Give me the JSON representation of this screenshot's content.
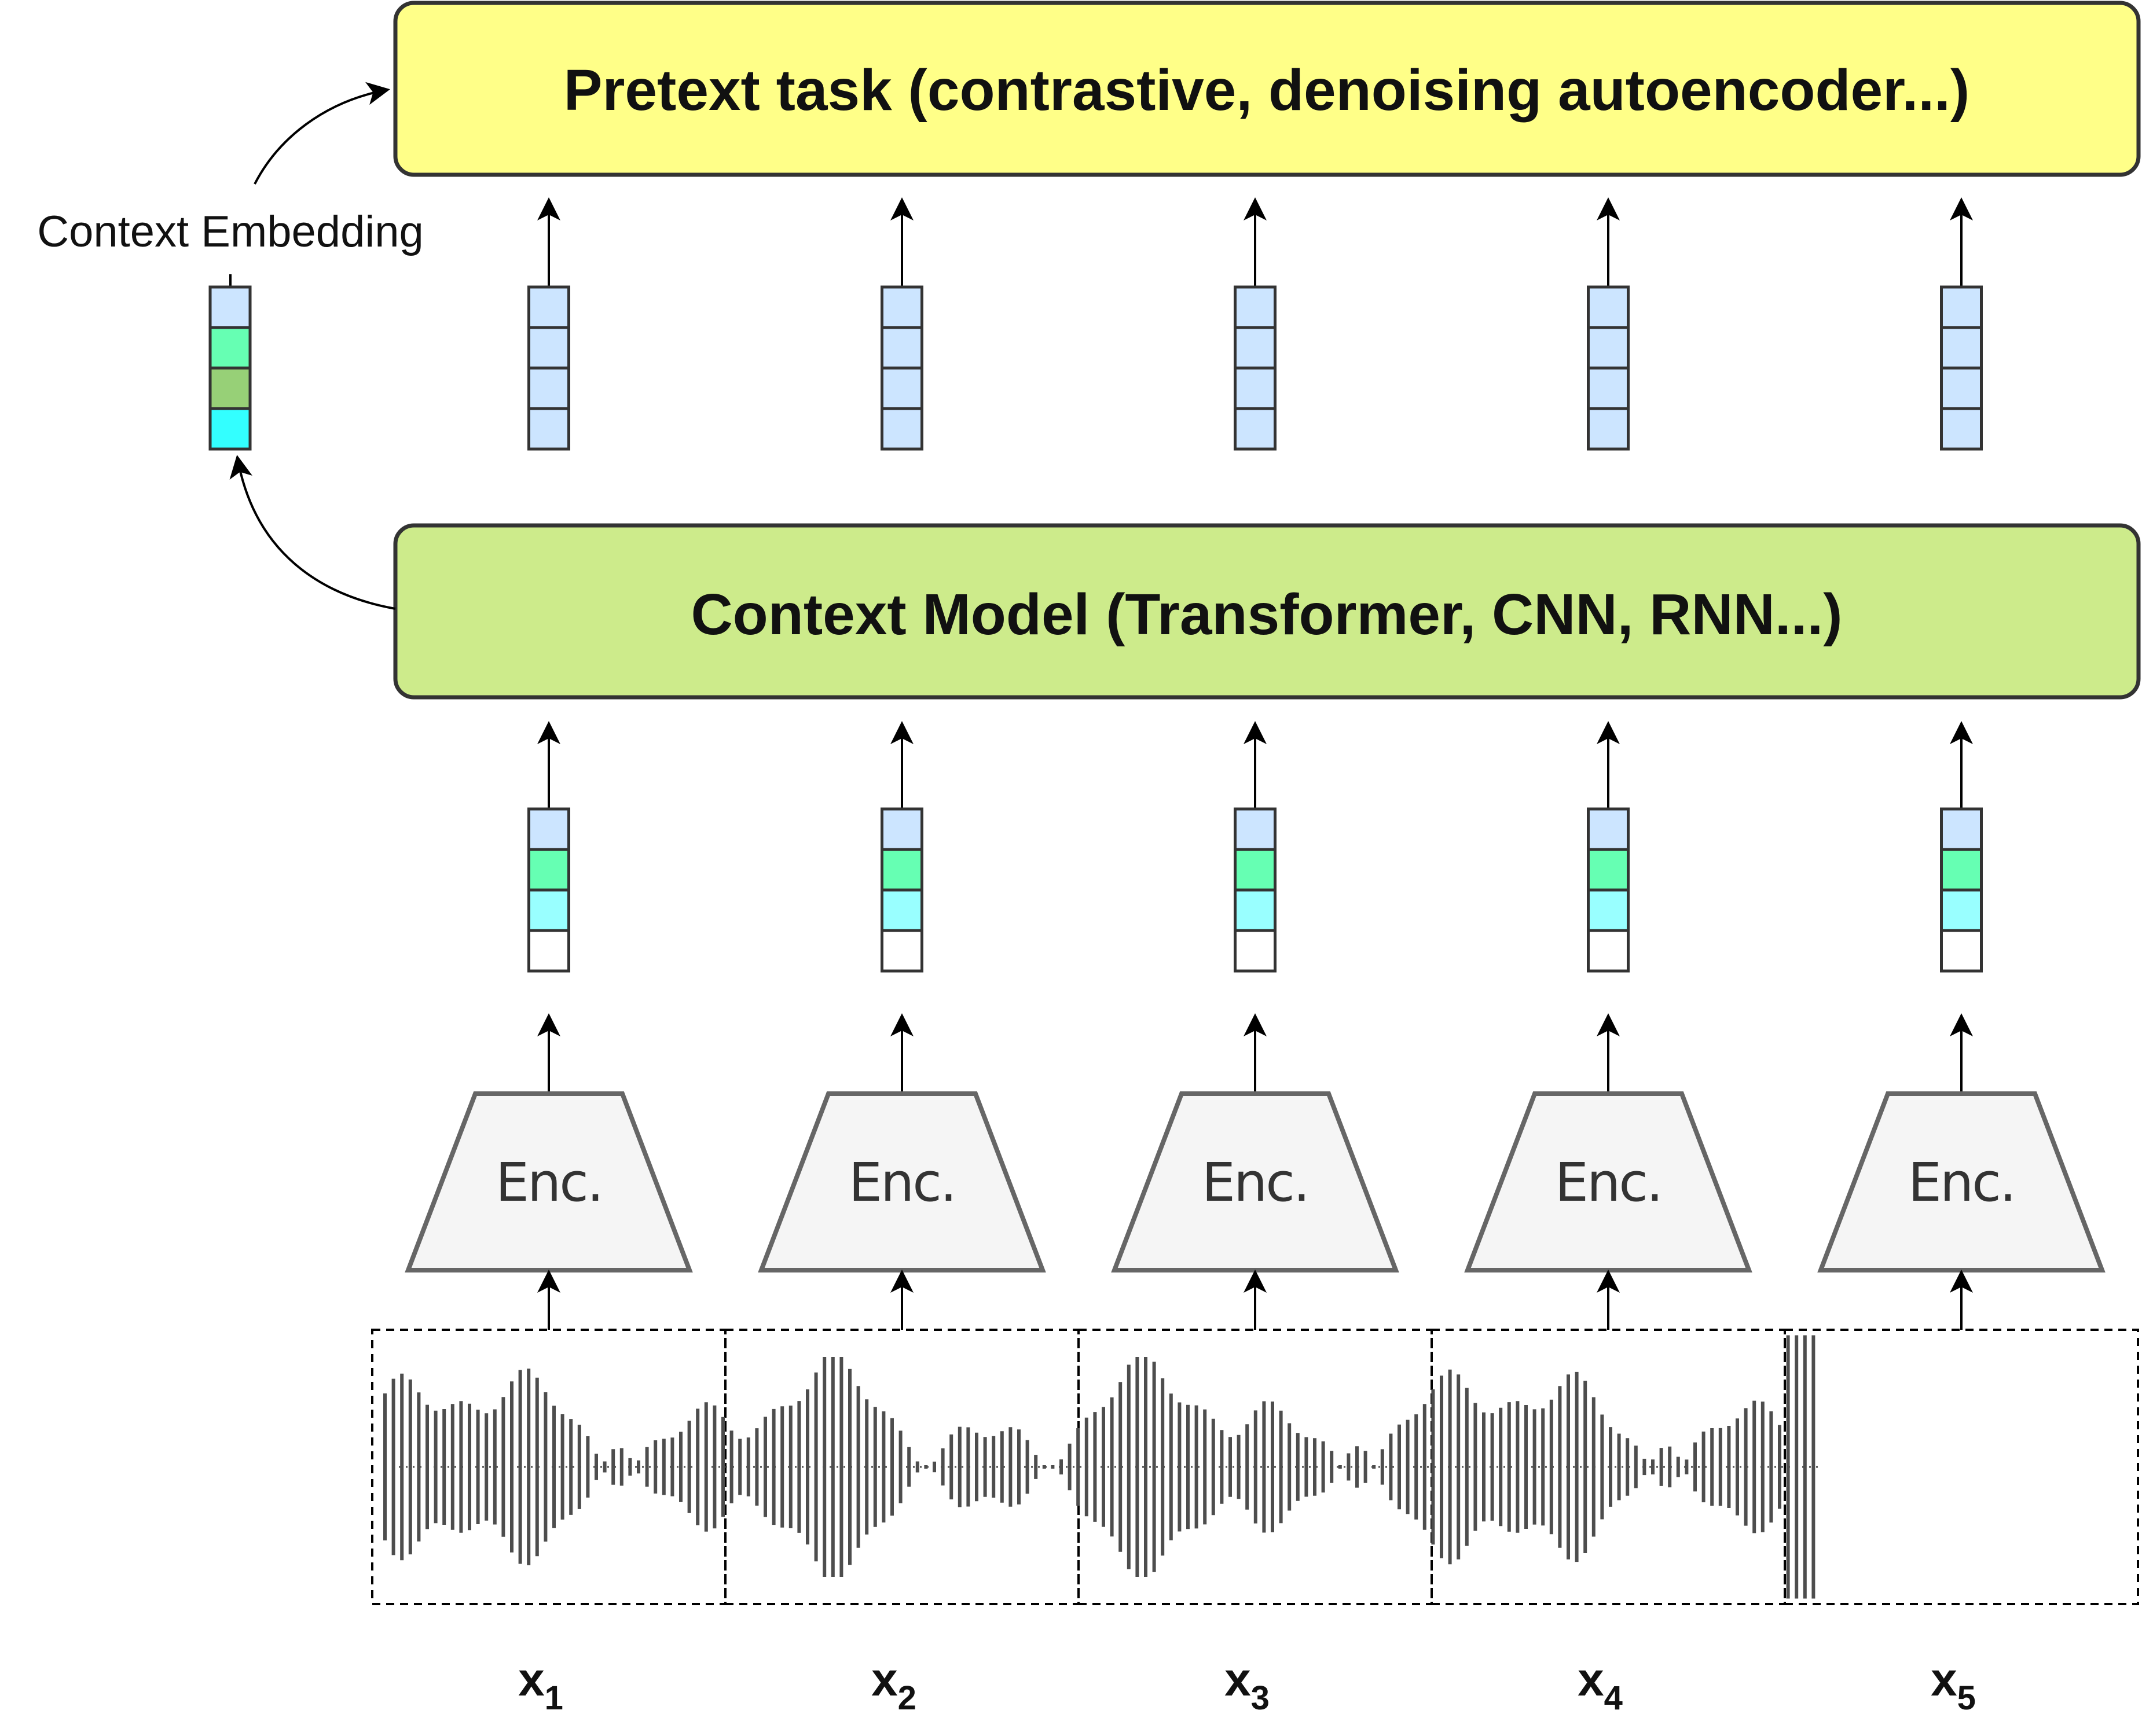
{
  "pretext_task": {
    "label": "Pretext task (contrastive, denoising autoencoder...)",
    "fill": "#FFFF88"
  },
  "context_model": {
    "label": "Context Model (Transformer, CNN, RNN...)",
    "fill": "#CDEB8B"
  },
  "context_embedding": {
    "label": "Context Embedding",
    "cell_colors": [
      "#CCE5FF",
      "#66FFB3",
      "#97D077",
      "#33FFFF"
    ]
  },
  "colors": {
    "context_output_cell": "#CCE5FF",
    "feature_cells": [
      "#CCE5FF",
      "#66FFB3",
      "#99FFFF",
      "#FFFFFF"
    ],
    "encoder_fill": "#F5F5F5",
    "encoder_stroke": "#666666",
    "waveform": "#4D4D4D"
  },
  "columns": [
    {
      "encoder_label": "Enc.",
      "input": {
        "base": "x",
        "sub": "1"
      }
    },
    {
      "encoder_label": "Enc.",
      "input": {
        "base": "x",
        "sub": "2"
      }
    },
    {
      "encoder_label": "Enc.",
      "input": {
        "base": "x",
        "sub": "3"
      }
    },
    {
      "encoder_label": "Enc.",
      "input": {
        "base": "x",
        "sub": "4"
      }
    },
    {
      "encoder_label": "Enc.",
      "input": {
        "base": "x",
        "sub": "5"
      }
    }
  ]
}
